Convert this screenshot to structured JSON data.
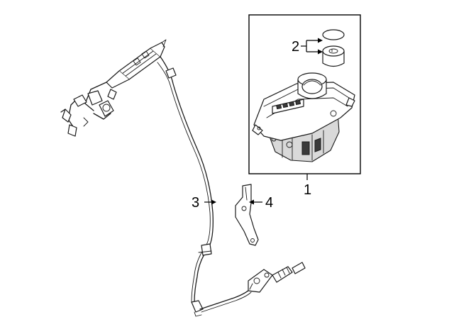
{
  "callouts": [
    {
      "id": "1",
      "text": "1",
      "name": "shifter-assembly"
    },
    {
      "id": "2",
      "text": "2",
      "name": "knob-and-cap"
    },
    {
      "id": "3",
      "text": "3",
      "name": "shift-cable"
    },
    {
      "id": "4",
      "text": "4",
      "name": "cable-bracket"
    }
  ],
  "colors": {
    "line": "#1a1a1a",
    "background": "#ffffff",
    "shade": "#d9d9d9"
  }
}
